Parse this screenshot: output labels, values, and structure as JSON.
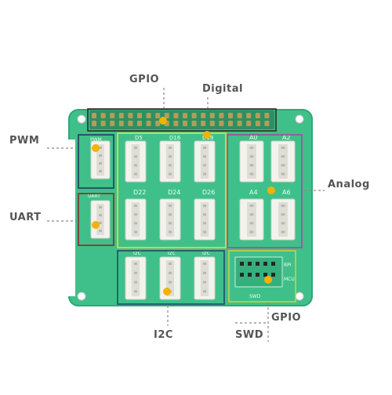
{
  "colors": {
    "board": "#3fc08a",
    "board_edge": "#2fa776",
    "connector": "#f3f3ee",
    "header_pins": "#b89a5a",
    "marker_dot": "#f2b200",
    "box_gpio_digital": "#2a2a2a",
    "box_pwm": "#223a5e",
    "box_uart": "#8a2a2a",
    "box_digital": "#e6de3a",
    "box_analog": "#a34a9a",
    "box_i2c": "#1f4a6a",
    "box_swd": "#c7d23a"
  },
  "callouts": {
    "gpio_top": "GPIO",
    "digital": "Digital",
    "pwm": "PWM",
    "uart": "UART",
    "analog": "Analog",
    "gpio_bottom": "GPIO",
    "i2c": "I2C",
    "swd": "SWD"
  },
  "board": {
    "digital_row_top_labels": [
      "D5",
      "D16",
      "D18"
    ],
    "digital_row_bottom_labels": [
      "D22",
      "D24",
      "D26"
    ],
    "analog_labels_top": [
      "A0",
      "A2"
    ],
    "analog_labels_bottom": [
      "A4",
      "A6"
    ],
    "pwm_label": "PWM",
    "uart_label": "UART",
    "i2c_labels": [
      "I2C",
      "I2C",
      "I2C"
    ],
    "swd_label": "SWD",
    "swd_side_labels": [
      "RPI",
      "MCU"
    ]
  }
}
